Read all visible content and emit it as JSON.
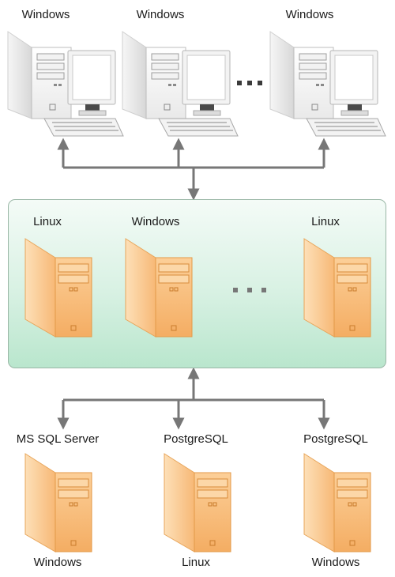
{
  "clients": {
    "items": [
      {
        "os": "Windows"
      },
      {
        "os": "Windows"
      },
      {
        "os": "Windows"
      }
    ],
    "ellipsis": "..."
  },
  "app_servers": {
    "items": [
      {
        "os": "Linux"
      },
      {
        "os": "Windows"
      },
      {
        "os": "Linux"
      }
    ],
    "ellipsis": "..."
  },
  "db_servers": {
    "items": [
      {
        "db": "MS SQL Server",
        "os": "Windows"
      },
      {
        "db": "PostgreSQL",
        "os": "Linux"
      },
      {
        "db": "PostgreSQL",
        "os": "Windows"
      }
    ]
  },
  "colors": {
    "connector": "#777777",
    "server_body": "#f9c58a",
    "server_edge": "#e6a050",
    "panel_border": "#9ab7a6",
    "panel_fill": "#c9ecd8"
  },
  "icons": {
    "client": "desktop-computer-icon",
    "server": "tower-server-icon"
  }
}
